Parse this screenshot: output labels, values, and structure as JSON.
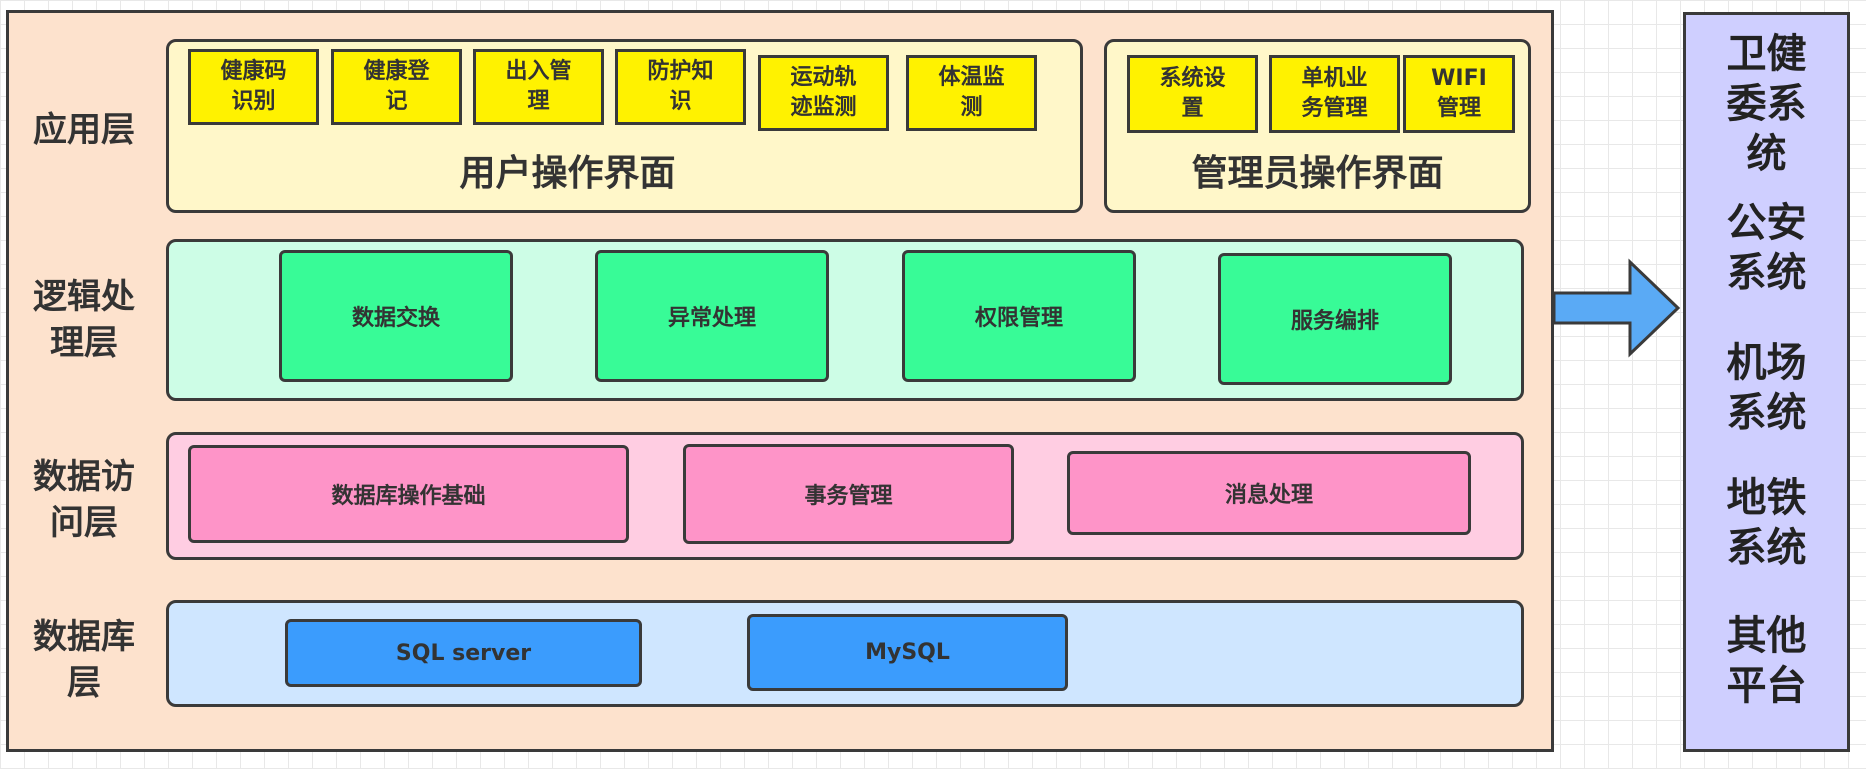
{
  "layers": {
    "application": "应用层",
    "logic": "逻辑处\n理层",
    "data_access": "数据访\n问层",
    "database": "数据库\n层"
  },
  "application": {
    "user_panel": {
      "title": "用户操作界面",
      "items": [
        "健康码\n识别",
        "健康登\n记",
        "出入管\n理",
        "防护知\n识",
        "运动轨\n迹监测",
        "体温监\n测"
      ]
    },
    "admin_panel": {
      "title": "管理员操作界面",
      "items": [
        "系统设\n置",
        "单机业\n务管理",
        "WIFI\n管理"
      ]
    }
  },
  "logic": {
    "items": [
      "数据交换",
      "异常处理",
      "权限管理",
      "服务编排"
    ]
  },
  "data_access": {
    "items": [
      "数据库操作基础",
      "事务管理",
      "消息处理"
    ]
  },
  "database": {
    "items": [
      "SQL server",
      "MySQL"
    ]
  },
  "external": {
    "items": [
      "卫健\n委系\n统",
      "公安\n系统",
      "机场\n系统",
      "地铁\n系统",
      "其他\n平台"
    ]
  },
  "colors": {
    "outer": "#fde2cd",
    "yellow_button": "#fff200",
    "green_box": "#38fb97",
    "pink_box": "#fe94c8",
    "blue_box": "#3b9cfd",
    "arrow": "#5aaaf5",
    "external": "#cfcfff"
  }
}
